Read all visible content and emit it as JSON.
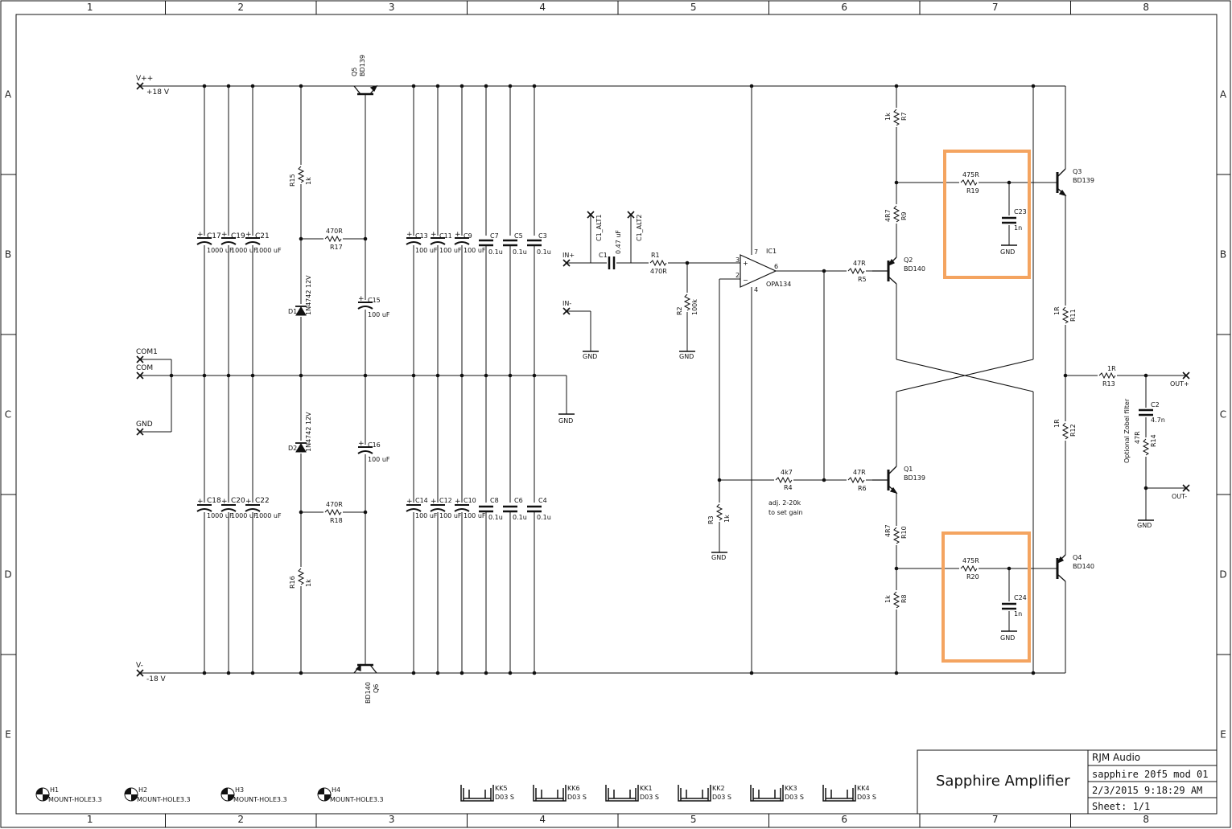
{
  "zone_columns": [
    "1",
    "2",
    "3",
    "4",
    "5",
    "6",
    "7",
    "8"
  ],
  "zone_rows": [
    "A",
    "B",
    "C",
    "D",
    "E"
  ],
  "colors": {
    "wire": "#111111",
    "highlight": "#f4a460",
    "background": "#ffffff"
  },
  "title_block": {
    "company": "RJM Audio",
    "title": "Sapphire Amplifier",
    "filename": "sapphire 20f5 mod 01",
    "date": "2/3/2015 9:18:29 AM",
    "sheet": "Sheet: 1/1"
  },
  "supply": {
    "vpos": {
      "name": "V++",
      "value": "+18 V"
    },
    "vneg": {
      "name": "V-",
      "value": "-18 V"
    },
    "com1": "COM1",
    "com": "COM",
    "gnd": "GND",
    "caps_top": [
      {
        "ref": "C17",
        "val": "1000 uF"
      },
      {
        "ref": "C19",
        "val": "1000 uF"
      },
      {
        "ref": "C21",
        "val": "1000 uF"
      }
    ],
    "caps_bot": [
      {
        "ref": "C18",
        "val": "1000 uF"
      },
      {
        "ref": "C20",
        "val": "1000 uF"
      },
      {
        "ref": "C22",
        "val": "1000 uF"
      }
    ]
  },
  "regulator": {
    "r15": {
      "ref": "R15",
      "val": "1k"
    },
    "r16": {
      "ref": "R16",
      "val": "1k"
    },
    "r17": {
      "ref": "R17",
      "val": "470R"
    },
    "r18": {
      "ref": "R18",
      "val": "470R"
    },
    "d1": {
      "ref": "D1",
      "val": "1N4742 12V"
    },
    "d2": {
      "ref": "D2",
      "val": "1N4742 12V"
    },
    "q5": {
      "ref": "Q5",
      "val": "BD139"
    },
    "q6": {
      "ref": "Q6",
      "val": "BD140"
    },
    "c15": {
      "ref": "C15",
      "val": "100 uF"
    },
    "c16": {
      "ref": "C16",
      "val": "100 uF"
    }
  },
  "decoupling": {
    "elec_top": [
      {
        "ref": "C13",
        "val": "100 uF"
      },
      {
        "ref": "C11",
        "val": "100 uF"
      },
      {
        "ref": "C9",
        "val": "100 uF"
      }
    ],
    "film_top": [
      {
        "ref": "C7",
        "val": "0.1u"
      },
      {
        "ref": "C5",
        "val": "0.1u"
      },
      {
        "ref": "C3",
        "val": "0.1u"
      }
    ],
    "elec_bot": [
      {
        "ref": "C14",
        "val": "100 uF"
      },
      {
        "ref": "C12",
        "val": "100 uF"
      },
      {
        "ref": "C10",
        "val": "100 uF"
      }
    ],
    "film_bot": [
      {
        "ref": "C8",
        "val": "0.1u"
      },
      {
        "ref": "C6",
        "val": "0.1u"
      },
      {
        "ref": "C4",
        "val": "0.1u"
      }
    ],
    "gnd": "GND"
  },
  "input": {
    "in_pos": "IN+",
    "in_neg": "IN-",
    "c1": {
      "ref": "C1",
      "val": "0.47 uF"
    },
    "c1_alt1": "C1_ALT1",
    "c1_alt2": "C1_ALT2",
    "r1": {
      "ref": "R1",
      "val": "470R"
    },
    "r2": {
      "ref": "R2",
      "val": "100k"
    },
    "gnd": "GND"
  },
  "opamp": {
    "ref": "IC1",
    "val": "OPA134",
    "pins": [
      "3",
      "2",
      "6",
      "7",
      "4"
    ],
    "r3": {
      "ref": "R3",
      "val": "1k"
    },
    "r4": {
      "ref": "R4",
      "val": "4k7"
    },
    "gain_note": [
      "adj. 2-20k",
      "to set gain"
    ],
    "gnd": "GND"
  },
  "output_stage": {
    "r5": {
      "ref": "R5",
      "val": "47R"
    },
    "r6": {
      "ref": "R6",
      "val": "47R"
    },
    "r7": {
      "ref": "R7",
      "val": "1k"
    },
    "r8": {
      "ref": "R8",
      "val": "1k"
    },
    "r9": {
      "ref": "R9",
      "val": "4R7"
    },
    "r10": {
      "ref": "R10",
      "val": "4R7"
    },
    "r11": {
      "ref": "R11",
      "val": "1R"
    },
    "r12": {
      "ref": "R12",
      "val": "1R"
    },
    "r19": {
      "ref": "R19",
      "val": "475R"
    },
    "r20": {
      "ref": "R20",
      "val": "475R"
    },
    "c23": {
      "ref": "C23",
      "val": "1n"
    },
    "c24": {
      "ref": "C24",
      "val": "1n"
    },
    "q1": {
      "ref": "Q1",
      "val": "BD139"
    },
    "q2": {
      "ref": "Q2",
      "val": "BD140"
    },
    "q3": {
      "ref": "Q3",
      "val": "BD139"
    },
    "q4": {
      "ref": "Q4",
      "val": "BD140"
    },
    "gnd": "GND"
  },
  "zobel": {
    "r13": {
      "ref": "R13",
      "val": "1R"
    },
    "r14": {
      "ref": "R14",
      "val": "47R"
    },
    "c2": {
      "ref": "C2",
      "val": "4.7n"
    },
    "note": "Optional Zobel filter",
    "out_pos": "OUT+",
    "out_neg": "OUT-",
    "gnd": "GND"
  },
  "mount_holes": [
    {
      "ref": "H1",
      "val": "MOUNT-HOLE3.3"
    },
    {
      "ref": "H2",
      "val": "MOUNT-HOLE3.3"
    },
    {
      "ref": "H3",
      "val": "MOUNT-HOLE3.3"
    },
    {
      "ref": "H4",
      "val": "MOUNT-HOLE3.3"
    }
  ],
  "heatsinks": [
    {
      "ref": "KK5",
      "val": "D03 S"
    },
    {
      "ref": "KK6",
      "val": "D03 S"
    },
    {
      "ref": "KK1",
      "val": "D03 S"
    },
    {
      "ref": "KK2",
      "val": "D03 S"
    },
    {
      "ref": "KK3",
      "val": "D03 S"
    },
    {
      "ref": "KK4",
      "val": "D03 S"
    }
  ]
}
